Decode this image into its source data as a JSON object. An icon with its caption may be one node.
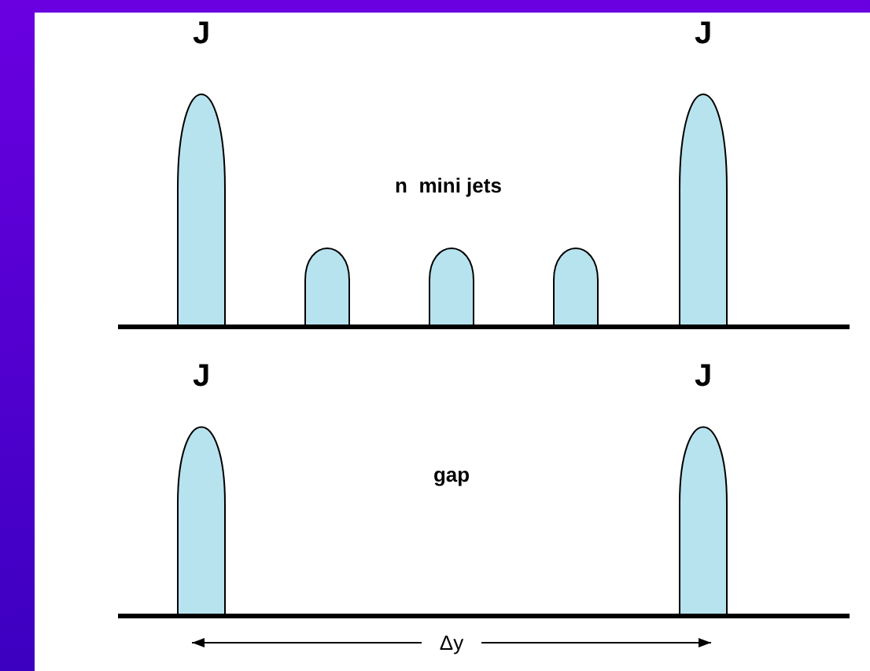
{
  "diagram": {
    "labels": [
      "J",
      "J",
      "n  mini jets",
      "J",
      "J",
      "gap",
      "Δy"
    ]
  }
}
